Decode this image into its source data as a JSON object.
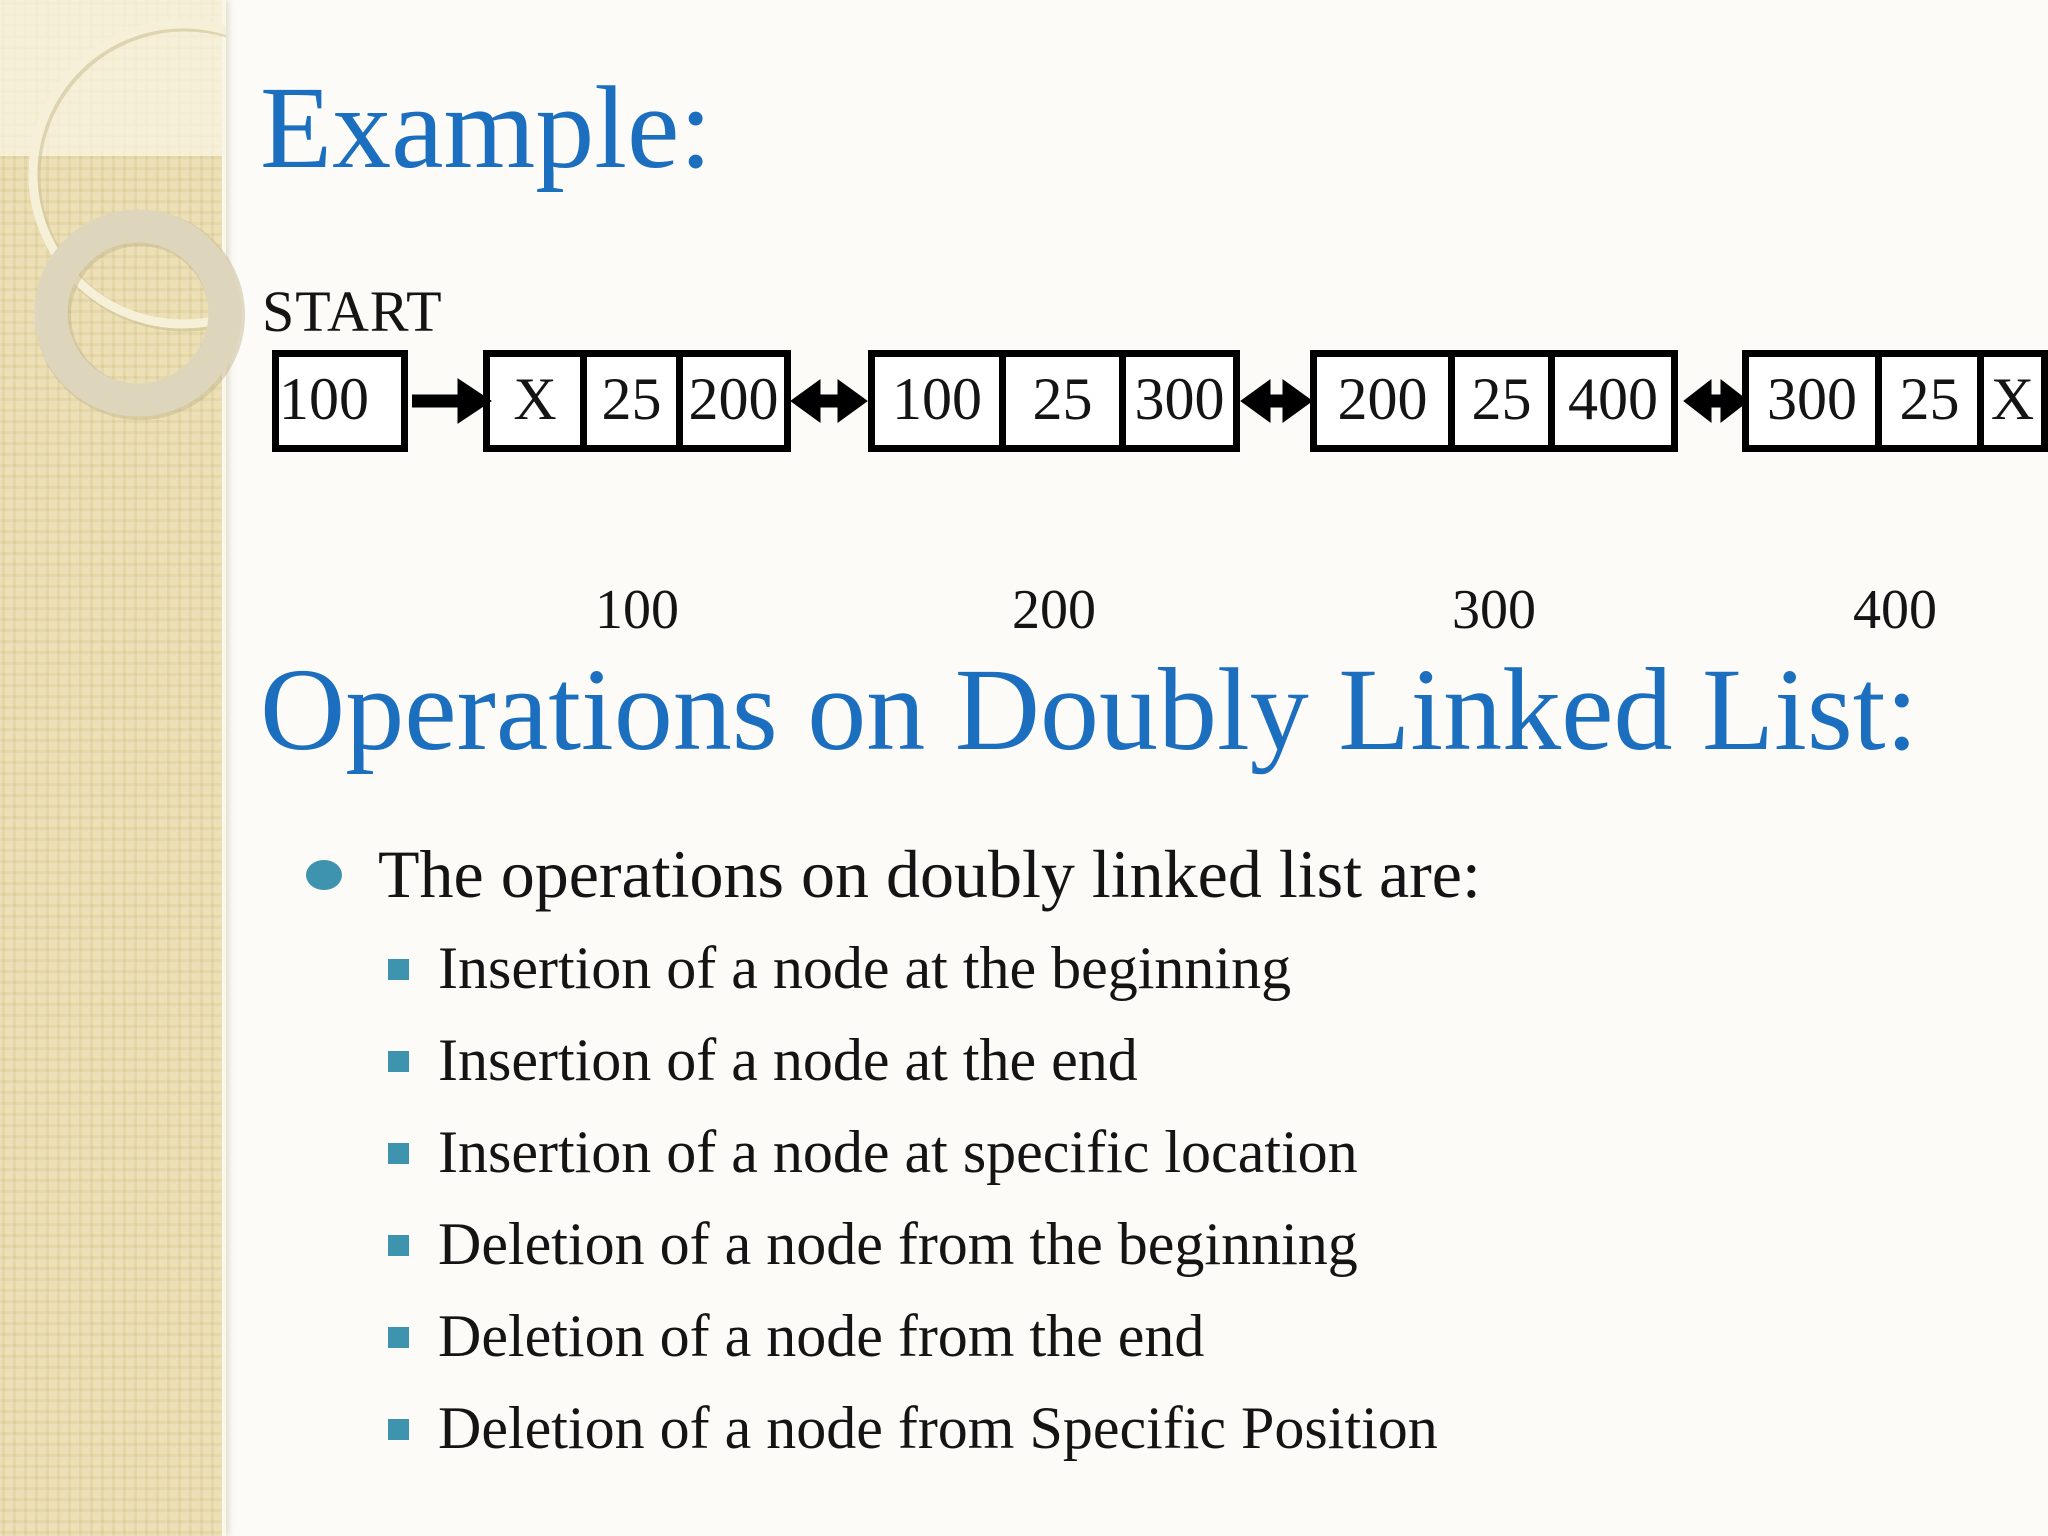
{
  "slide": {
    "title1": "Example:",
    "title2": "Operations on Doubly Linked List:",
    "colors": {
      "accent_blue": "#1C6FBE",
      "bullet_teal": "#3E93AE",
      "strip_tan": "#EDE0B4"
    }
  },
  "diagram": {
    "start_label": "START",
    "start_value": "100",
    "nodes": [
      {
        "prev": "X",
        "data": "25",
        "next": "200",
        "address": "100"
      },
      {
        "prev": "100",
        "data": "25",
        "next": "300",
        "address": "200"
      },
      {
        "prev": "200",
        "data": "25",
        "next": "400",
        "address": "300"
      },
      {
        "prev": "300",
        "data": "25",
        "next": "X",
        "address": "400"
      }
    ]
  },
  "content": {
    "intro_bullet": "The operations on doubly linked list are:",
    "sub_bullets": [
      "Insertion of a node at the beginning",
      "Insertion of a node at the end",
      "Insertion of a node at specific location",
      "Deletion of a node from the beginning",
      "Deletion of a node from the end",
      "Deletion of a node from Specific Position"
    ]
  }
}
